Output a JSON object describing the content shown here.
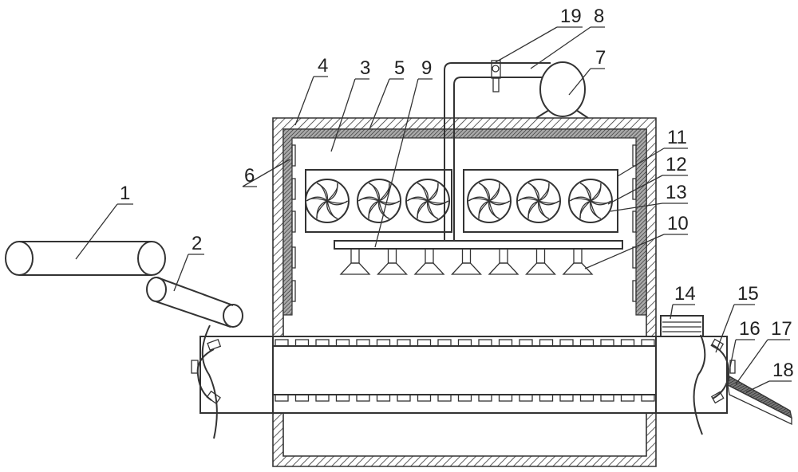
{
  "title": "Drying / processing apparatus schematic",
  "labels": [
    {
      "num": "1",
      "part": "feed-conveyor"
    },
    {
      "num": "2",
      "part": "inclined-roller"
    },
    {
      "num": "3",
      "part": "chamber-interior"
    },
    {
      "num": "4",
      "part": "outer-casing"
    },
    {
      "num": "5",
      "part": "insulation-layer"
    },
    {
      "num": "6",
      "part": "wall-heater-panels"
    },
    {
      "num": "7",
      "part": "blower-motor"
    },
    {
      "num": "8",
      "part": "air-duct"
    },
    {
      "num": "9",
      "part": "distribution-pipe"
    },
    {
      "num": "10",
      "part": "nozzle"
    },
    {
      "num": "11",
      "part": "fan-housing"
    },
    {
      "num": "12",
      "part": "fan"
    },
    {
      "num": "13",
      "part": "fan-blade"
    },
    {
      "num": "14",
      "part": "drive-motor"
    },
    {
      "num": "15",
      "part": "end-cover"
    },
    {
      "num": "16",
      "part": "latch"
    },
    {
      "num": "17",
      "part": "discharge-chute"
    },
    {
      "num": "18",
      "part": "chute-liner"
    },
    {
      "num": "19",
      "part": "valve"
    }
  ],
  "counts": {
    "fans": 6,
    "nozzles": 7,
    "rollers_per_row": 19
  }
}
